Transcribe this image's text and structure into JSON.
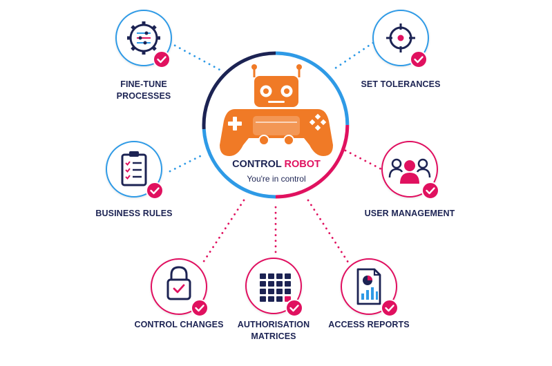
{
  "center": {
    "title_part1": "CONTROL",
    "title_part2": "ROBOT",
    "subtitle": "You're in control"
  },
  "features": [
    {
      "label_line1": "FINE-TUNE",
      "label_line2": "PROCESSES",
      "icon": "gear-sliders-icon"
    },
    {
      "label_line1": "SET TOLERANCES",
      "label_line2": "",
      "icon": "target-crosshair-icon"
    },
    {
      "label_line1": "BUSINESS RULES",
      "label_line2": "",
      "icon": "clipboard-checklist-icon"
    },
    {
      "label_line1": "USER MANAGEMENT",
      "label_line2": "",
      "icon": "users-group-icon"
    },
    {
      "label_line1": "CONTROL CHANGES",
      "label_line2": "",
      "icon": "padlock-check-icon"
    },
    {
      "label_line1": "AUTHORISATION",
      "label_line2": "MATRICES",
      "icon": "grid-matrix-icon"
    },
    {
      "label_line1": "ACCESS REPORTS",
      "label_line2": "",
      "icon": "report-chart-icon"
    }
  ],
  "colors": {
    "navy": "#1c2353",
    "blue": "#2e9ae6",
    "pink": "#e0115f",
    "orange": "#f07a26"
  }
}
